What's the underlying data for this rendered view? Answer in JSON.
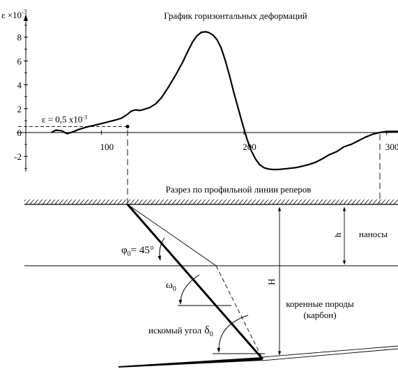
{
  "chart_data": {
    "type": "line",
    "title": "График горизонтальных деформаций",
    "ylabel": "ε ×10",
    "ylabel_exp": "-3",
    "xlim": [
      47,
      308
    ],
    "ylim": [
      -3.3,
      9.3
    ],
    "xticks": [
      100,
      200,
      300
    ],
    "yticks": [
      8,
      6,
      4,
      2,
      0,
      -2
    ],
    "threshold_label": "ε = 0,5 x10",
    "threshold_exp": "-3",
    "threshold_value": 0.5,
    "series": [
      {
        "x": [
          65,
          68,
          72,
          76,
          80,
          84,
          88,
          91,
          95,
          100,
          105,
          110,
          114,
          118,
          121,
          124,
          127,
          130,
          134,
          138,
          142,
          147,
          152,
          157,
          161,
          164,
          167,
          170,
          173,
          175,
          178,
          181,
          184,
          187,
          190,
          193,
          196,
          199,
          202,
          205,
          208,
          211,
          214,
          217,
          220,
          224,
          228,
          232,
          236,
          240,
          245,
          250,
          255,
          260,
          265,
          270,
          275,
          280,
          285,
          290,
          295,
          300,
          305,
          308
        ],
        "y": [
          0.0,
          0.2,
          0.15,
          -0.1,
          0.05,
          0.25,
          0.4,
          0.5,
          0.6,
          0.75,
          0.9,
          1.05,
          1.2,
          1.5,
          1.8,
          1.9,
          1.85,
          1.95,
          2.1,
          2.4,
          2.9,
          3.8,
          4.8,
          5.9,
          6.9,
          7.6,
          8.1,
          8.4,
          8.45,
          8.4,
          8.2,
          7.8,
          7.1,
          6.0,
          4.7,
          3.3,
          2.0,
          0.7,
          -0.5,
          -1.5,
          -2.2,
          -2.7,
          -2.95,
          -3.05,
          -3.1,
          -3.1,
          -3.05,
          -3.0,
          -2.95,
          -2.85,
          -2.7,
          -2.5,
          -2.2,
          -1.85,
          -1.6,
          -1.2,
          -1.0,
          -0.7,
          -0.4,
          -0.15,
          0.0,
          0.08,
          0.1,
          0.1
        ]
      }
    ]
  },
  "section": {
    "title": "Разрез по профильной линии реперов",
    "phi_label": "φ",
    "phi_sub": "0",
    "phi_value": "= 45°",
    "omega_label": "ω",
    "omega_sub": "0",
    "delta_text": "искомый угол",
    "delta_label": "δ",
    "delta_sub": "0",
    "h_label": "h",
    "H_label": "H",
    "overburden_label": "наносы",
    "bedrock_line1": "коренные породы",
    "bedrock_line2": "(карбон)"
  }
}
